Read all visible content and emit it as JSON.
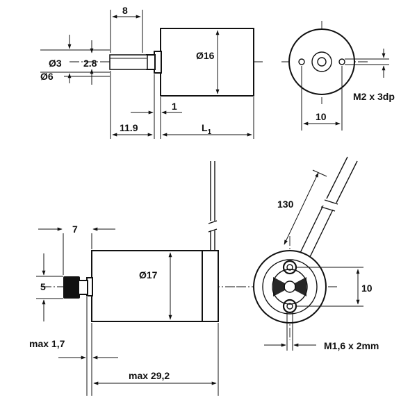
{
  "motor_top": {
    "shaft_length": "8",
    "shaft_diameter": "Ø3",
    "shaft_flat": "2.8",
    "boss_diameter": "Ø6",
    "body_diameter": "Ø16",
    "collar_thickness": "1",
    "front_length": "11.9",
    "body_length": "L",
    "body_length_sub": "1",
    "hole_spacing": "10",
    "thread": "M2 x 3dp"
  },
  "motor_bottom": {
    "knob_offset": "7",
    "knob_height": "5",
    "body_diameter": "Ø17",
    "front_offset": "max 1,7",
    "body_length": "max 29,2",
    "lead_length": "130",
    "hole_spacing": "10",
    "thread": "M1,6 x 2mm"
  }
}
